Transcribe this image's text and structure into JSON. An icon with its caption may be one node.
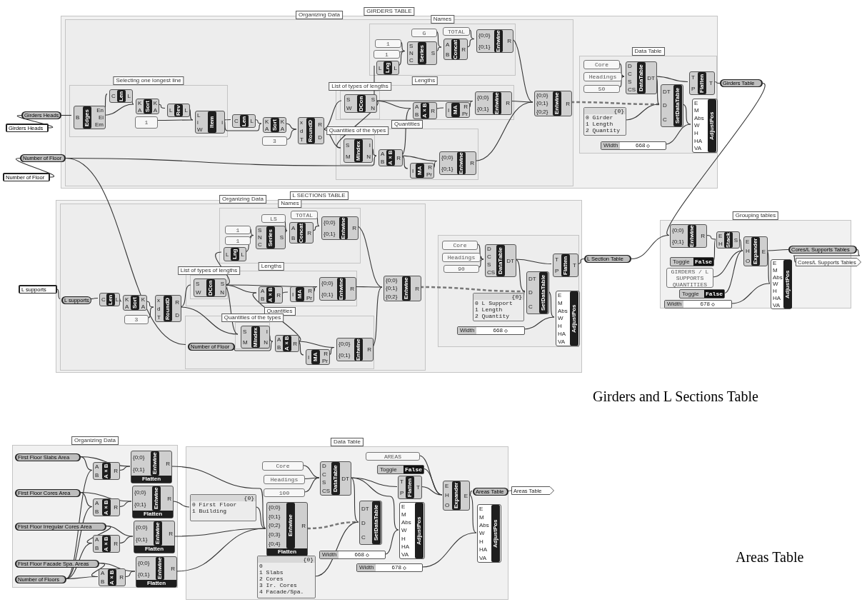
{
  "diagram": {
    "nodes": [
      {
        "text": [
          "GIRDERS TABLE"
        ]
      },
      {
        "text": [
          "Organizing Data"
        ],
        "in": 0
      },
      {
        "text": [
          "Selecting one longest line"
        ],
        "in": 1
      },
      {
        "text": [
          "Names"
        ],
        "in": 1
      },
      {
        "text": [
          "Lengths"
        ],
        "in": 1
      },
      {
        "text": [
          "List of types of lengths"
        ],
        "in": 4
      },
      {
        "text": [
          "Quantities"
        ],
        "in": 1
      },
      {
        "text": [
          "Quantities of the types"
        ],
        "in": 6
      },
      {
        "text": [
          "Data Table"
        ],
        "in": 0
      },
      {
        "text": [
          "Girders Heads"
        ]
      },
      {
        "text": [
          "Girders Heads"
        ]
      },
      {
        "text": [
          "Edges",
          "B",
          "En",
          "Ei",
          "Em"
        ],
        "in": 2
      },
      {
        "text": [
          "Len",
          "C",
          "L"
        ],
        "in": 2
      },
      {
        "text": [
          "Sort",
          "K",
          "A",
          "K",
          "A"
        ],
        "in": 2
      },
      {
        "text": [
          "1"
        ],
        "in": 2
      },
      {
        "text": [
          "Rev",
          "L",
          "L"
        ],
        "in": 2
      },
      {
        "text": [
          "Item",
          "L",
          "i",
          "W",
          "i"
        ],
        "in": 2
      },
      {
        "text": [
          "Len",
          "C",
          "L"
        ],
        "in": 1
      },
      {
        "text": [
          "Sort",
          "K",
          "A",
          "K",
          "A"
        ],
        "in": 1
      },
      {
        "text": [
          "3"
        ],
        "in": 1
      },
      {
        "text": [
          "RoundD",
          "x",
          "d",
          "T",
          "R",
          "D"
        ],
        "in": 1
      },
      {
        "text": [
          "1"
        ],
        "in": 3
      },
      {
        "text": [
          "1"
        ],
        "in": 3
      },
      {
        "text": [
          "Lng",
          "L",
          "L"
        ],
        "in": 3
      },
      {
        "text": [
          "Series",
          "S",
          "N",
          "C",
          "S"
        ],
        "in": 3
      },
      {
        "text": [
          "G"
        ],
        "in": 3
      },
      {
        "text": [
          "TOTAL"
        ],
        "in": 3
      },
      {
        "text": [
          "Concat",
          "A",
          "B",
          "R"
        ],
        "in": 3
      },
      {
        "text": [
          "Entwine",
          "{0;0}",
          "{0;1}",
          "R"
        ],
        "in": 3
      },
      {
        "text": [
          "DCon",
          "S",
          "W",
          "S",
          "N"
        ],
        "in": 5
      },
      {
        "text": [
          "A×B",
          "A",
          "B",
          "R"
        ],
        "in": 4
      },
      {
        "text": [
          "MA",
          "I",
          "R",
          "Pr"
        ],
        "in": 4
      },
      {
        "text": [
          "Entwine",
          "{0;0}",
          "{0;1}",
          "R"
        ],
        "in": 4
      },
      {
        "text": [
          "MIndex",
          "S",
          "M",
          "I",
          "N"
        ],
        "in": 7
      },
      {
        "text": [
          "A×B",
          "A",
          "B",
          "R"
        ],
        "in": 6
      },
      {
        "text": [
          "MA",
          "I",
          "R",
          "Pr"
        ],
        "in": 6
      },
      {
        "text": [
          "Entwine",
          "{0;0}",
          "{0;1}",
          "R"
        ],
        "in": 6
      },
      {
        "text": [
          "Entwine",
          "{0;0}",
          "{0;1}",
          "{0;2}",
          "R"
        ],
        "in": 1
      },
      {
        "text": [
          "Number of Floor"
        ]
      },
      {
        "text": [
          "Number of Floor"
        ]
      },
      {
        "text": [
          "Core"
        ],
        "in": 8
      },
      {
        "text": [
          "Headings"
        ],
        "in": 8
      },
      {
        "text": [
          "50"
        ],
        "in": 8
      },
      {
        "text": [
          "DataTable",
          "D",
          "C",
          "S",
          "CS",
          "DT"
        ],
        "in": 8
      },
      {
        "text": [
          "SetDataTable",
          "DT",
          "D",
          "C"
        ],
        "in": 8
      },
      {
        "text": [
          "{0}",
          "0 Girder",
          "1 Length",
          "2 Quantity"
        ],
        "in": 8
      },
      {
        "text": [
          "Width",
          "668"
        ],
        "in": 8
      },
      {
        "text": [
          "AdjustPos",
          "E",
          "M",
          "Abs",
          "W",
          "H",
          "HA",
          "VA"
        ],
        "in": 8
      },
      {
        "text": [
          "Flatten",
          "T",
          "P",
          "T"
        ],
        "in": 8
      },
      {
        "text": [
          "Girders Table"
        ]
      },
      {
        "text": [
          "L SECTIONS TABLE"
        ]
      },
      {
        "text": [
          "Organizing Data"
        ],
        "in": 50
      },
      {
        "text": [
          "Names"
        ],
        "in": 51
      },
      {
        "text": [
          "Lengths"
        ],
        "in": 51
      },
      {
        "text": [
          "List of types of lengths"
        ],
        "in": 53
      },
      {
        "text": [
          "Quantities"
        ],
        "in": 51
      },
      {
        "text": [
          "Quantities of the types"
        ],
        "in": 55
      },
      {
        "text": [
          "L supports"
        ]
      },
      {
        "text": [
          "L supports"
        ],
        "in": 51
      },
      {
        "text": [
          "Len",
          "C",
          "L"
        ],
        "in": 51
      },
      {
        "text": [
          "Sort",
          "K",
          "A",
          "K",
          "A"
        ],
        "in": 51
      },
      {
        "text": [
          "3"
        ],
        "in": 51
      },
      {
        "text": [
          "RoundD",
          "x",
          "d",
          "T",
          "R",
          "D"
        ],
        "in": 51
      },
      {
        "text": [
          "1"
        ],
        "in": 52
      },
      {
        "text": [
          "1"
        ],
        "in": 52
      },
      {
        "text": [
          "Lng",
          "L",
          "L"
        ],
        "in": 52
      },
      {
        "text": [
          "Series",
          "S",
          "N",
          "C",
          "S"
        ],
        "in": 52
      },
      {
        "text": [
          "LS"
        ],
        "in": 52
      },
      {
        "text": [
          "TOTAL"
        ],
        "in": 52
      },
      {
        "text": [
          "Concat",
          "A",
          "B",
          "R"
        ],
        "in": 52
      },
      {
        "text": [
          "Entwine",
          "{0;0}",
          "{0;1}",
          "R"
        ],
        "in": 52
      },
      {
        "text": [
          "DCon",
          "S",
          "W",
          "S",
          "N"
        ],
        "in": 54
      },
      {
        "text": [
          "A×B",
          "A",
          "B",
          "R"
        ],
        "in": 53
      },
      {
        "text": [
          "MA",
          "I",
          "R",
          "Pr"
        ],
        "in": 53
      },
      {
        "text": [
          "Entwine",
          "{0;0}",
          "{0;1}",
          "R"
        ],
        "in": 53
      },
      {
        "text": [
          "MIndex",
          "S",
          "M",
          "I",
          "N"
        ],
        "in": 56
      },
      {
        "text": [
          "A×B",
          "A",
          "B",
          "R"
        ],
        "in": 55
      },
      {
        "text": [
          "MA",
          "I",
          "R",
          "Pr"
        ],
        "in": 55
      },
      {
        "text": [
          "Entwine",
          "{0;0}",
          "{0;1}",
          "R"
        ],
        "in": 55
      },
      {
        "text": [
          "Number of Floor"
        ],
        "in": 55
      },
      {
        "text": [
          "Entwine",
          "{0;0}",
          "{0;1}",
          "{0;2}",
          "R"
        ],
        "in": 51
      },
      {
        "text": [],
        "shape": "box",
        "in": 50
      },
      {
        "text": [
          "Core"
        ],
        "in": 81
      },
      {
        "text": [
          "Headings"
        ],
        "in": 81
      },
      {
        "text": [
          "90"
        ],
        "in": 81
      },
      {
        "text": [
          "DataTable",
          "D",
          "C",
          "S",
          "CS",
          "DT"
        ],
        "in": 81
      },
      {
        "text": [
          "SetDataTable",
          "DT",
          "D",
          "C"
        ],
        "in": 81
      },
      {
        "text": [
          "{0}",
          "0 L Support",
          "1 Length",
          "2 Quantity"
        ],
        "in": 81
      },
      {
        "text": [
          "Width",
          "668"
        ],
        "in": 81
      },
      {
        "text": [
          "AdjustPos",
          "E",
          "M",
          "Abs",
          "W",
          "H",
          "HA",
          "VA"
        ],
        "in": 81
      },
      {
        "text": [
          "Flatten",
          "T",
          "P",
          "T"
        ],
        "in": 81
      },
      {
        "text": [
          "L Section Table"
        ]
      },
      {
        "text": [
          "Grouping tables"
        ]
      },
      {
        "text": [
          "Entwine",
          "{0;0}",
          "{0;1}",
          "R"
        ],
        "in": 92
      },
      {
        "text": [
          "Stack",
          "E",
          "H",
          "S"
        ],
        "in": 92
      },
      {
        "text": [
          "Toggle",
          "False"
        ],
        "in": 92
      },
      {
        "text": [
          "GIRDERS / L SUPPORTS QUANTITIES"
        ],
        "in": 92
      },
      {
        "text": [
          "Toggle",
          "False"
        ],
        "in": 92
      },
      {
        "text": [
          "Width",
          "678"
        ],
        "in": 92
      },
      {
        "text": [
          "Expander",
          "E",
          "H",
          "O",
          "E"
        ],
        "in": 92
      },
      {
        "text": [
          "AdjustPos",
          "E",
          "M",
          "Abs",
          "W",
          "H",
          "HA",
          "VA"
        ],
        "in": 92
      },
      {
        "text": [
          "Cores/L Supports Tables"
        ]
      },
      {
        "text": [
          "Cores/L Supports Tables"
        ]
      },
      {
        "text": [
          "Organizing Data"
        ]
      },
      {
        "text": [
          "First Floor Slabs Area"
        ],
        "in": 103
      },
      {
        "text": [
          "First Floor Cores Area"
        ],
        "in": 103
      },
      {
        "text": [
          "First Floor Irregular Cores Area"
        ],
        "in": 103
      },
      {
        "text": [
          "First Floor Facade Spa. Areas"
        ],
        "in": 103
      },
      {
        "text": [
          "Number of Floors"
        ],
        "in": 103
      },
      {
        "text": [
          "A×B",
          "A",
          "B",
          "R"
        ],
        "in": 103
      },
      {
        "text": [
          "Entwine",
          "{0;0}",
          "{0;1}",
          "R",
          "Flatten"
        ],
        "in": 103
      },
      {
        "text": [
          "A×B",
          "A",
          "B",
          "R"
        ],
        "in": 103
      },
      {
        "text": [
          "Entwine",
          "{0;0}",
          "{0;1}",
          "R",
          "Flatten"
        ],
        "in": 103
      },
      {
        "text": [
          "A×B",
          "A",
          "B",
          "R"
        ],
        "in": 103
      },
      {
        "text": [
          "Entwine",
          "{0;0}",
          "{0;1}",
          "R",
          "Flatten"
        ],
        "in": 103
      },
      {
        "text": [
          "A×B",
          "A",
          "B",
          "R"
        ],
        "in": 103
      },
      {
        "text": [
          "Entwine",
          "{0;0}",
          "{0;1}",
          "R",
          "Flatten"
        ],
        "in": 103
      },
      {
        "text": [
          "Data Table"
        ]
      },
      {
        "text": [
          "{0}",
          "0 First Floor",
          "1 Building"
        ],
        "in": 117
      },
      {
        "text": [
          "Entwine",
          "{0;0}",
          "{0;1}",
          "{0;2}",
          "{0;3}",
          "{0;4}",
          "R",
          "Flatten"
        ],
        "in": 117
      },
      {
        "text": [
          "Core"
        ],
        "in": 117
      },
      {
        "text": [
          "Headings"
        ],
        "in": 117
      },
      {
        "text": [
          "100"
        ],
        "in": 117
      },
      {
        "text": [
          "DataTable",
          "D",
          "C",
          "S",
          "CS",
          "DT"
        ],
        "in": 117
      },
      {
        "text": [
          "AREAS"
        ],
        "in": 117
      },
      {
        "text": [
          "Toggle",
          "False"
        ],
        "in": 117
      },
      {
        "text": [
          "Flatten",
          "T",
          "P",
          "T"
        ],
        "in": 117
      },
      {
        "text": [
          "Expander",
          "E",
          "H",
          "O",
          "E"
        ],
        "in": 117
      },
      {
        "text": [
          "Areas Table"
        ],
        "in": 117
      },
      {
        "text": [
          "Areas Table"
        ]
      },
      {
        "text": [
          "SetDataTable",
          "DT",
          "D",
          "C"
        ],
        "in": 117
      },
      {
        "text": [
          "AdjustPos",
          "E",
          "M",
          "Abs",
          "W",
          "H",
          "HA",
          "VA"
        ],
        "in": 117
      },
      {
        "text": [
          "{0}",
          "0",
          "1 Slabs",
          "2 Cores",
          "3 Ir. Cores",
          "4 Facade/Spa."
        ],
        "in": 117
      },
      {
        "text": [
          "Width",
          "668"
        ],
        "in": 117
      },
      {
        "text": [
          "Width",
          "678"
        ],
        "in": 117
      },
      {
        "text": [
          "AdjustPos",
          "E",
          "M",
          "Abs",
          "W",
          "H",
          "HA",
          "VA"
        ],
        "in": 117
      }
    ],
    "edges": [
      {
        "from": 10,
        "to": 9,
        "arrow": "none"
      },
      {
        "from": 9,
        "to": 11,
        "arrow": "none"
      },
      {
        "from": 11,
        "to": 12,
        "arrow": "none"
      },
      {
        "from": 11,
        "to": 13,
        "arrow": "none"
      },
      {
        "from": 12,
        "to": 13,
        "arrow": "none"
      },
      {
        "from": 13,
        "to": 15,
        "arrow": "none"
      },
      {
        "from": 15,
        "to": 16,
        "arrow": "none"
      },
      {
        "from": 14,
        "to": 16,
        "arrow": "none"
      },
      {
        "from": 16,
        "to": 17,
        "arrow": "none"
      },
      {
        "from": 16,
        "to": 18,
        "arrow": "none"
      },
      {
        "from": 17,
        "to": 18,
        "arrow": "none"
      },
      {
        "from": 18,
        "to": 20,
        "arrow": "none"
      },
      {
        "from": 19,
        "to": 20,
        "arrow": "none"
      },
      {
        "from": 20,
        "to": 29,
        "arrow": "none"
      },
      {
        "from": 20,
        "to": 33,
        "arrow": "none"
      },
      {
        "from": 29,
        "to": 33,
        "arrow": "none"
      },
      {
        "from": 29,
        "to": 30,
        "arrow": "none"
      },
      {
        "from": 29,
        "to": 23,
        "arrow": "none"
      },
      {
        "from": 23,
        "to": 24,
        "arrow": "none"
      },
      {
        "from": 21,
        "to": 24,
        "arrow": "none"
      },
      {
        "from": 22,
        "to": 24,
        "arrow": "none"
      },
      {
        "from": 24,
        "to": 27,
        "arrow": "none"
      },
      {
        "from": 25,
        "to": 27,
        "arrow": "none"
      },
      {
        "from": 27,
        "to": 28,
        "arrow": "none"
      },
      {
        "from": 26,
        "to": 28,
        "arrow": "none"
      },
      {
        "from": 28,
        "to": 37,
        "arrow": "none"
      },
      {
        "from": 33,
        "to": 34,
        "arrow": "none"
      },
      {
        "from": 38,
        "to": 34,
        "arrow": "none"
      },
      {
        "from": 34,
        "to": 30,
        "arrow": "none"
      },
      {
        "from": 34,
        "to": 35,
        "arrow": "none"
      },
      {
        "from": 34,
        "to": 36,
        "arrow": "none"
      },
      {
        "from": 35,
        "to": 36,
        "arrow": "none"
      },
      {
        "from": 30,
        "to": 31,
        "arrow": "none"
      },
      {
        "from": 31,
        "to": 32,
        "arrow": "none"
      },
      {
        "from": 29,
        "to": 32,
        "arrow": "none"
      },
      {
        "from": 32,
        "to": 37,
        "arrow": "none"
      },
      {
        "from": 36,
        "to": 37,
        "arrow": "none"
      },
      {
        "from": 37,
        "to": 44,
        "arrow": "none",
        "style": "dashed"
      },
      {
        "from": 39,
        "to": 38,
        "arrow": "none"
      },
      {
        "from": 38,
        "to": 79,
        "arrow": "none"
      },
      {
        "from": 40,
        "to": 43,
        "arrow": "none"
      },
      {
        "from": 41,
        "to": 43,
        "arrow": "none"
      },
      {
        "from": 42,
        "to": 43,
        "arrow": "none"
      },
      {
        "from": 43,
        "to": 48,
        "arrow": "none"
      },
      {
        "from": 43,
        "to": 44,
        "arrow": "none"
      },
      {
        "from": 45,
        "to": 44,
        "arrow": "none"
      },
      {
        "from": 44,
        "to": 47,
        "arrow": "none"
      },
      {
        "from": 46,
        "to": 47,
        "arrow": "none"
      },
      {
        "from": 48,
        "to": 49,
        "arrow": "none"
      },
      {
        "from": 49,
        "to": 93,
        "arrow": "none"
      },
      {
        "from": 57,
        "to": 58,
        "arrow": "none"
      },
      {
        "from": 58,
        "to": 59,
        "arrow": "none"
      },
      {
        "from": 59,
        "to": 60,
        "arrow": "none"
      },
      {
        "from": 60,
        "to": 62,
        "arrow": "none"
      },
      {
        "from": 61,
        "to": 62,
        "arrow": "none"
      },
      {
        "from": 62,
        "to": 71,
        "arrow": "none"
      },
      {
        "from": 62,
        "to": 75,
        "arrow": "none"
      },
      {
        "from": 71,
        "to": 75,
        "arrow": "none"
      },
      {
        "from": 71,
        "to": 72,
        "arrow": "none"
      },
      {
        "from": 71,
        "to": 65,
        "arrow": "none"
      },
      {
        "from": 65,
        "to": 66,
        "arrow": "none"
      },
      {
        "from": 63,
        "to": 66,
        "arrow": "none"
      },
      {
        "from": 64,
        "to": 66,
        "arrow": "none"
      },
      {
        "from": 66,
        "to": 69,
        "arrow": "none"
      },
      {
        "from": 67,
        "to": 69,
        "arrow": "none"
      },
      {
        "from": 69,
        "to": 70,
        "arrow": "none"
      },
      {
        "from": 68,
        "to": 70,
        "arrow": "none"
      },
      {
        "from": 70,
        "to": 80,
        "arrow": "none"
      },
      {
        "from": 75,
        "to": 76,
        "arrow": "none"
      },
      {
        "from": 79,
        "to": 76,
        "arrow": "none"
      },
      {
        "from": 76,
        "to": 72,
        "arrow": "none"
      },
      {
        "from": 76,
        "to": 77,
        "arrow": "none"
      },
      {
        "from": 76,
        "to": 78,
        "arrow": "none"
      },
      {
        "from": 77,
        "to": 78,
        "arrow": "none"
      },
      {
        "from": 72,
        "to": 73,
        "arrow": "none"
      },
      {
        "from": 73,
        "to": 74,
        "arrow": "none"
      },
      {
        "from": 71,
        "to": 74,
        "arrow": "none"
      },
      {
        "from": 74,
        "to": 80,
        "arrow": "none"
      },
      {
        "from": 78,
        "to": 80,
        "arrow": "none"
      },
      {
        "from": 80,
        "to": 86,
        "arrow": "none",
        "style": "dashed"
      },
      {
        "from": 82,
        "to": 85,
        "arrow": "none"
      },
      {
        "from": 83,
        "to": 85,
        "arrow": "none"
      },
      {
        "from": 84,
        "to": 85,
        "arrow": "none"
      },
      {
        "from": 85,
        "to": 90,
        "arrow": "none"
      },
      {
        "from": 85,
        "to": 86,
        "arrow": "none"
      },
      {
        "from": 87,
        "to": 86,
        "arrow": "none"
      },
      {
        "from": 86,
        "to": 89,
        "arrow": "none"
      },
      {
        "from": 88,
        "to": 89,
        "arrow": "none"
      },
      {
        "from": 90,
        "to": 91,
        "arrow": "none"
      },
      {
        "from": 91,
        "to": 93,
        "arrow": "none"
      },
      {
        "from": 93,
        "to": 94,
        "arrow": "none"
      },
      {
        "from": 95,
        "to": 94,
        "arrow": "none"
      },
      {
        "from": 94,
        "to": 99,
        "arrow": "none"
      },
      {
        "from": 96,
        "to": 99,
        "arrow": "none"
      },
      {
        "from": 97,
        "to": 99,
        "arrow": "none"
      },
      {
        "from": 99,
        "to": 101,
        "arrow": "none"
      },
      {
        "from": 99,
        "to": 100,
        "arrow": "none"
      },
      {
        "from": 98,
        "to": 100,
        "arrow": "none"
      },
      {
        "from": 101,
        "to": 102,
        "arrow": "none"
      },
      {
        "from": 104,
        "to": 110,
        "arrow": "none"
      },
      {
        "from": 104,
        "to": 109,
        "arrow": "none"
      },
      {
        "from": 108,
        "to": 109,
        "arrow": "none"
      },
      {
        "from": 109,
        "to": 110,
        "arrow": "none"
      },
      {
        "from": 105,
        "to": 112,
        "arrow": "none"
      },
      {
        "from": 105,
        "to": 111,
        "arrow": "none"
      },
      {
        "from": 108,
        "to": 111,
        "arrow": "none"
      },
      {
        "from": 111,
        "to": 112,
        "arrow": "none"
      },
      {
        "from": 106,
        "to": 114,
        "arrow": "none"
      },
      {
        "from": 106,
        "to": 113,
        "arrow": "none"
      },
      {
        "from": 108,
        "to": 113,
        "arrow": "none"
      },
      {
        "from": 113,
        "to": 114,
        "arrow": "none"
      },
      {
        "from": 107,
        "to": 116,
        "arrow": "none"
      },
      {
        "from": 107,
        "to": 115,
        "arrow": "none"
      },
      {
        "from": 108,
        "to": 115,
        "arrow": "none"
      },
      {
        "from": 115,
        "to": 116,
        "arrow": "none"
      },
      {
        "from": 110,
        "to": 119,
        "arrow": "none"
      },
      {
        "from": 112,
        "to": 118,
        "arrow": "none"
      },
      {
        "from": 118,
        "to": 119,
        "arrow": "none"
      },
      {
        "from": 114,
        "to": 119,
        "arrow": "none"
      },
      {
        "from": 116,
        "to": 119,
        "arrow": "none"
      },
      {
        "from": 120,
        "to": 123,
        "arrow": "none"
      },
      {
        "from": 121,
        "to": 123,
        "arrow": "none"
      },
      {
        "from": 122,
        "to": 123,
        "arrow": "none"
      },
      {
        "from": 123,
        "to": 126,
        "arrow": "none"
      },
      {
        "from": 123,
        "to": 130,
        "arrow": "none"
      },
      {
        "from": 123,
        "to": 131,
        "arrow": "none"
      },
      {
        "from": 119,
        "to": 130,
        "arrow": "none",
        "style": "dashed"
      },
      {
        "from": 132,
        "to": 130,
        "arrow": "none"
      },
      {
        "from": 133,
        "to": 131,
        "arrow": "none"
      },
      {
        "from": 124,
        "to": 127,
        "arrow": "none"
      },
      {
        "from": 125,
        "to": 127,
        "arrow": "none"
      },
      {
        "from": 126,
        "to": 127,
        "arrow": "none"
      },
      {
        "from": 127,
        "to": 128,
        "arrow": "none"
      },
      {
        "from": 127,
        "to": 135,
        "arrow": "none"
      },
      {
        "from": 134,
        "to": 135,
        "arrow": "none"
      },
      {
        "from": 128,
        "to": 129,
        "arrow": "none"
      }
    ],
    "labels": [
      "Girders and L Sections Table",
      "Areas Table"
    ]
  }
}
